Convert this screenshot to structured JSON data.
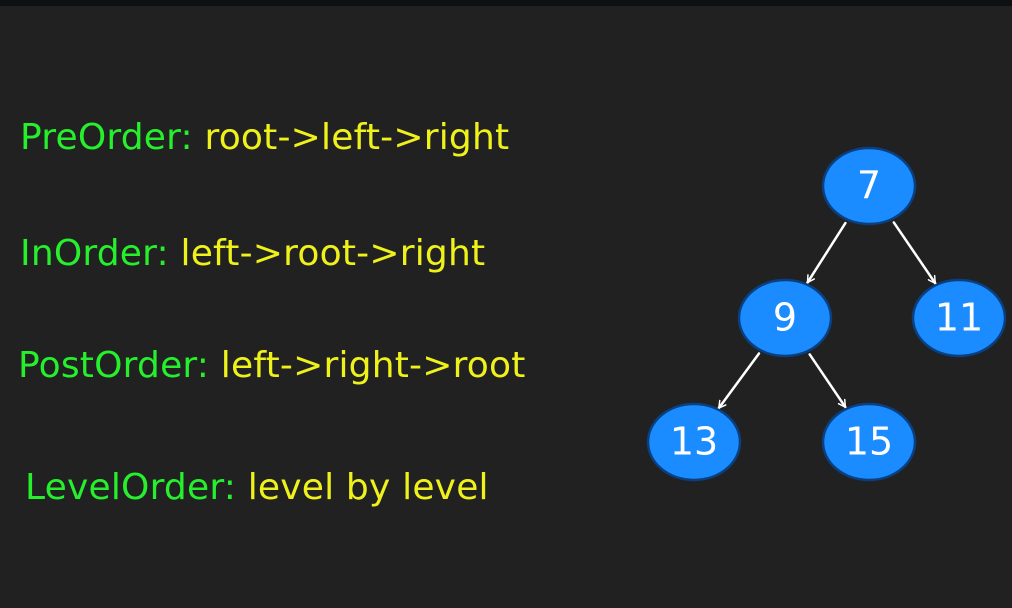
{
  "traversals": [
    {
      "name": "PreOrder:",
      "description": "root->left->right"
    },
    {
      "name": "InOrder:",
      "description": "left->root->right"
    },
    {
      "name": "PostOrder:",
      "description": "left->right->root"
    },
    {
      "name": "LevelOrder:",
      "description": "level by level"
    }
  ],
  "tree": {
    "nodes": [
      {
        "id": "n7",
        "value": "7"
      },
      {
        "id": "n9",
        "value": "9"
      },
      {
        "id": "n11",
        "value": "11"
      },
      {
        "id": "n13",
        "value": "13"
      },
      {
        "id": "n15",
        "value": "15"
      }
    ],
    "edges": [
      {
        "from": "n7",
        "to": "n9"
      },
      {
        "from": "n7",
        "to": "n11"
      },
      {
        "from": "n9",
        "to": "n13"
      },
      {
        "from": "n9",
        "to": "n15"
      }
    ]
  },
  "colors": {
    "background": "#212122",
    "traversal_name": "#26ef2c",
    "traversal_description": "#eff21a",
    "node_fill": "#1a8cff",
    "node_stroke": "#0a3f80",
    "node_text": "#ffffff",
    "edge": "#ffffff"
  }
}
